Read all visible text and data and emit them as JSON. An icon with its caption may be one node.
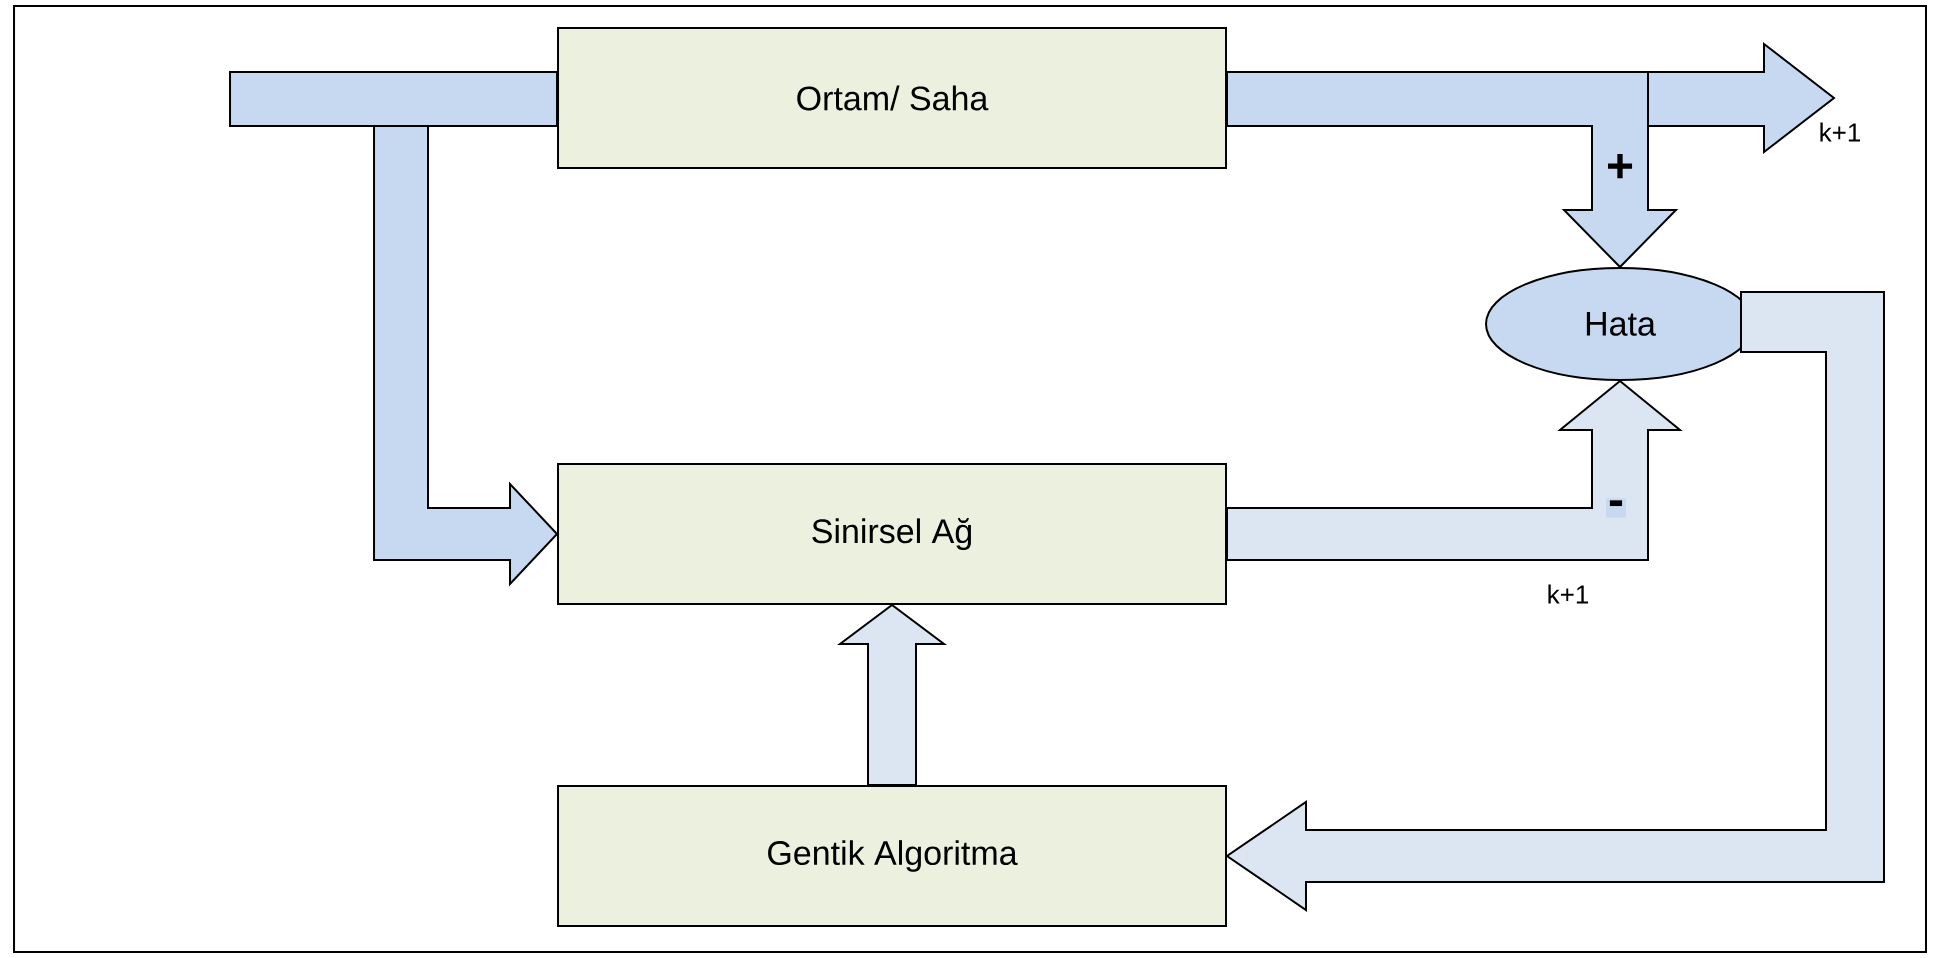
{
  "diagram": {
    "nodes": [
      {
        "text": [
          "Ortam/ Saha"
        ]
      },
      {
        "text": [
          "Sinirsel Ağ"
        ]
      },
      {
        "text": [
          "Hata"
        ]
      },
      {
        "text": [
          "Gentik Algoritma"
        ]
      }
    ],
    "edges": [
      {
        "from": null,
        "to": 0,
        "arrow": "none"
      },
      {
        "from": null,
        "to": 1,
        "arrow": "to"
      },
      {
        "from": 0,
        "to": null,
        "arrow": "to"
      },
      {
        "from": 0,
        "to": 2,
        "arrow": "to",
        "label": "+"
      },
      {
        "from": 1,
        "to": 2,
        "arrow": "to",
        "label": "-"
      },
      {
        "from": 2,
        "to": 3,
        "arrow": "to"
      },
      {
        "from": 3,
        "to": 1,
        "arrow": "to"
      }
    ],
    "labels": [
      "k+1",
      "k+1"
    ]
  }
}
